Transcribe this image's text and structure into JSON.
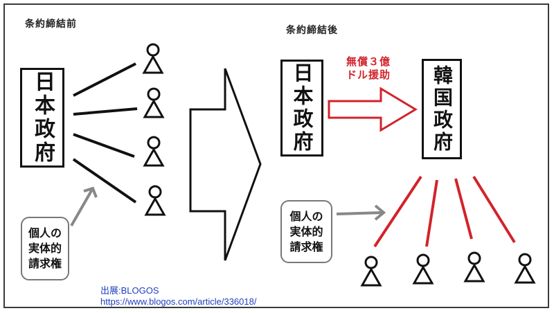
{
  "diagram": {
    "before": {
      "header": "条約締結前",
      "govt_label": "日本政府",
      "claim_lines": [
        "個人の",
        "実体的",
        "請求権"
      ]
    },
    "after": {
      "header": "条約締結後",
      "japan_label": "日本政府",
      "korea_label": "韓国政府",
      "aid_lines": [
        "無償３億",
        "ドル援助"
      ],
      "claim_lines": [
        "個人の",
        "実体的",
        "請求権"
      ]
    },
    "colors": {
      "line": "#111111",
      "aid": "#d2232a",
      "pointer": "#888888",
      "source": "#1f3fbf"
    },
    "icons": [
      "person-icon",
      "big-arrow-icon",
      "red-arrow-icon",
      "pointer-arrow-icon"
    ]
  },
  "source": {
    "line1": "出展:BLOGOS",
    "line2": "https://www.blogos.com/article/336018/"
  }
}
